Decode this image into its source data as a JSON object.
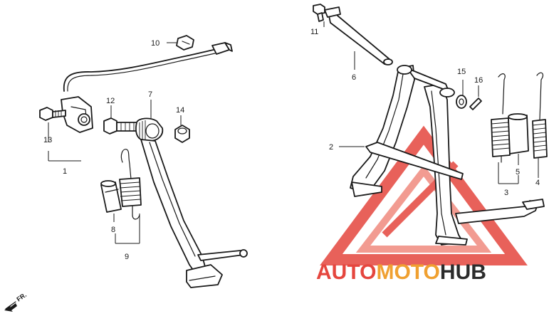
{
  "callouts": {
    "c1": "1",
    "c2": "2",
    "c3": "3",
    "c4": "4",
    "c5": "5",
    "c6": "6",
    "c7": "7",
    "c8": "8",
    "c9": "9",
    "c10": "10",
    "c11": "11",
    "c12": "12",
    "c13": "13",
    "c14": "14",
    "c15": "15",
    "c16": "16"
  },
  "direction_marker": {
    "label": "FR."
  },
  "watermark": {
    "part1": "AUTO",
    "part2": "MOTO",
    "part3": "HUB",
    "colors": {
      "red": "#e5463e",
      "orange": "#f0a030",
      "dark": "#2b2b2b"
    }
  }
}
